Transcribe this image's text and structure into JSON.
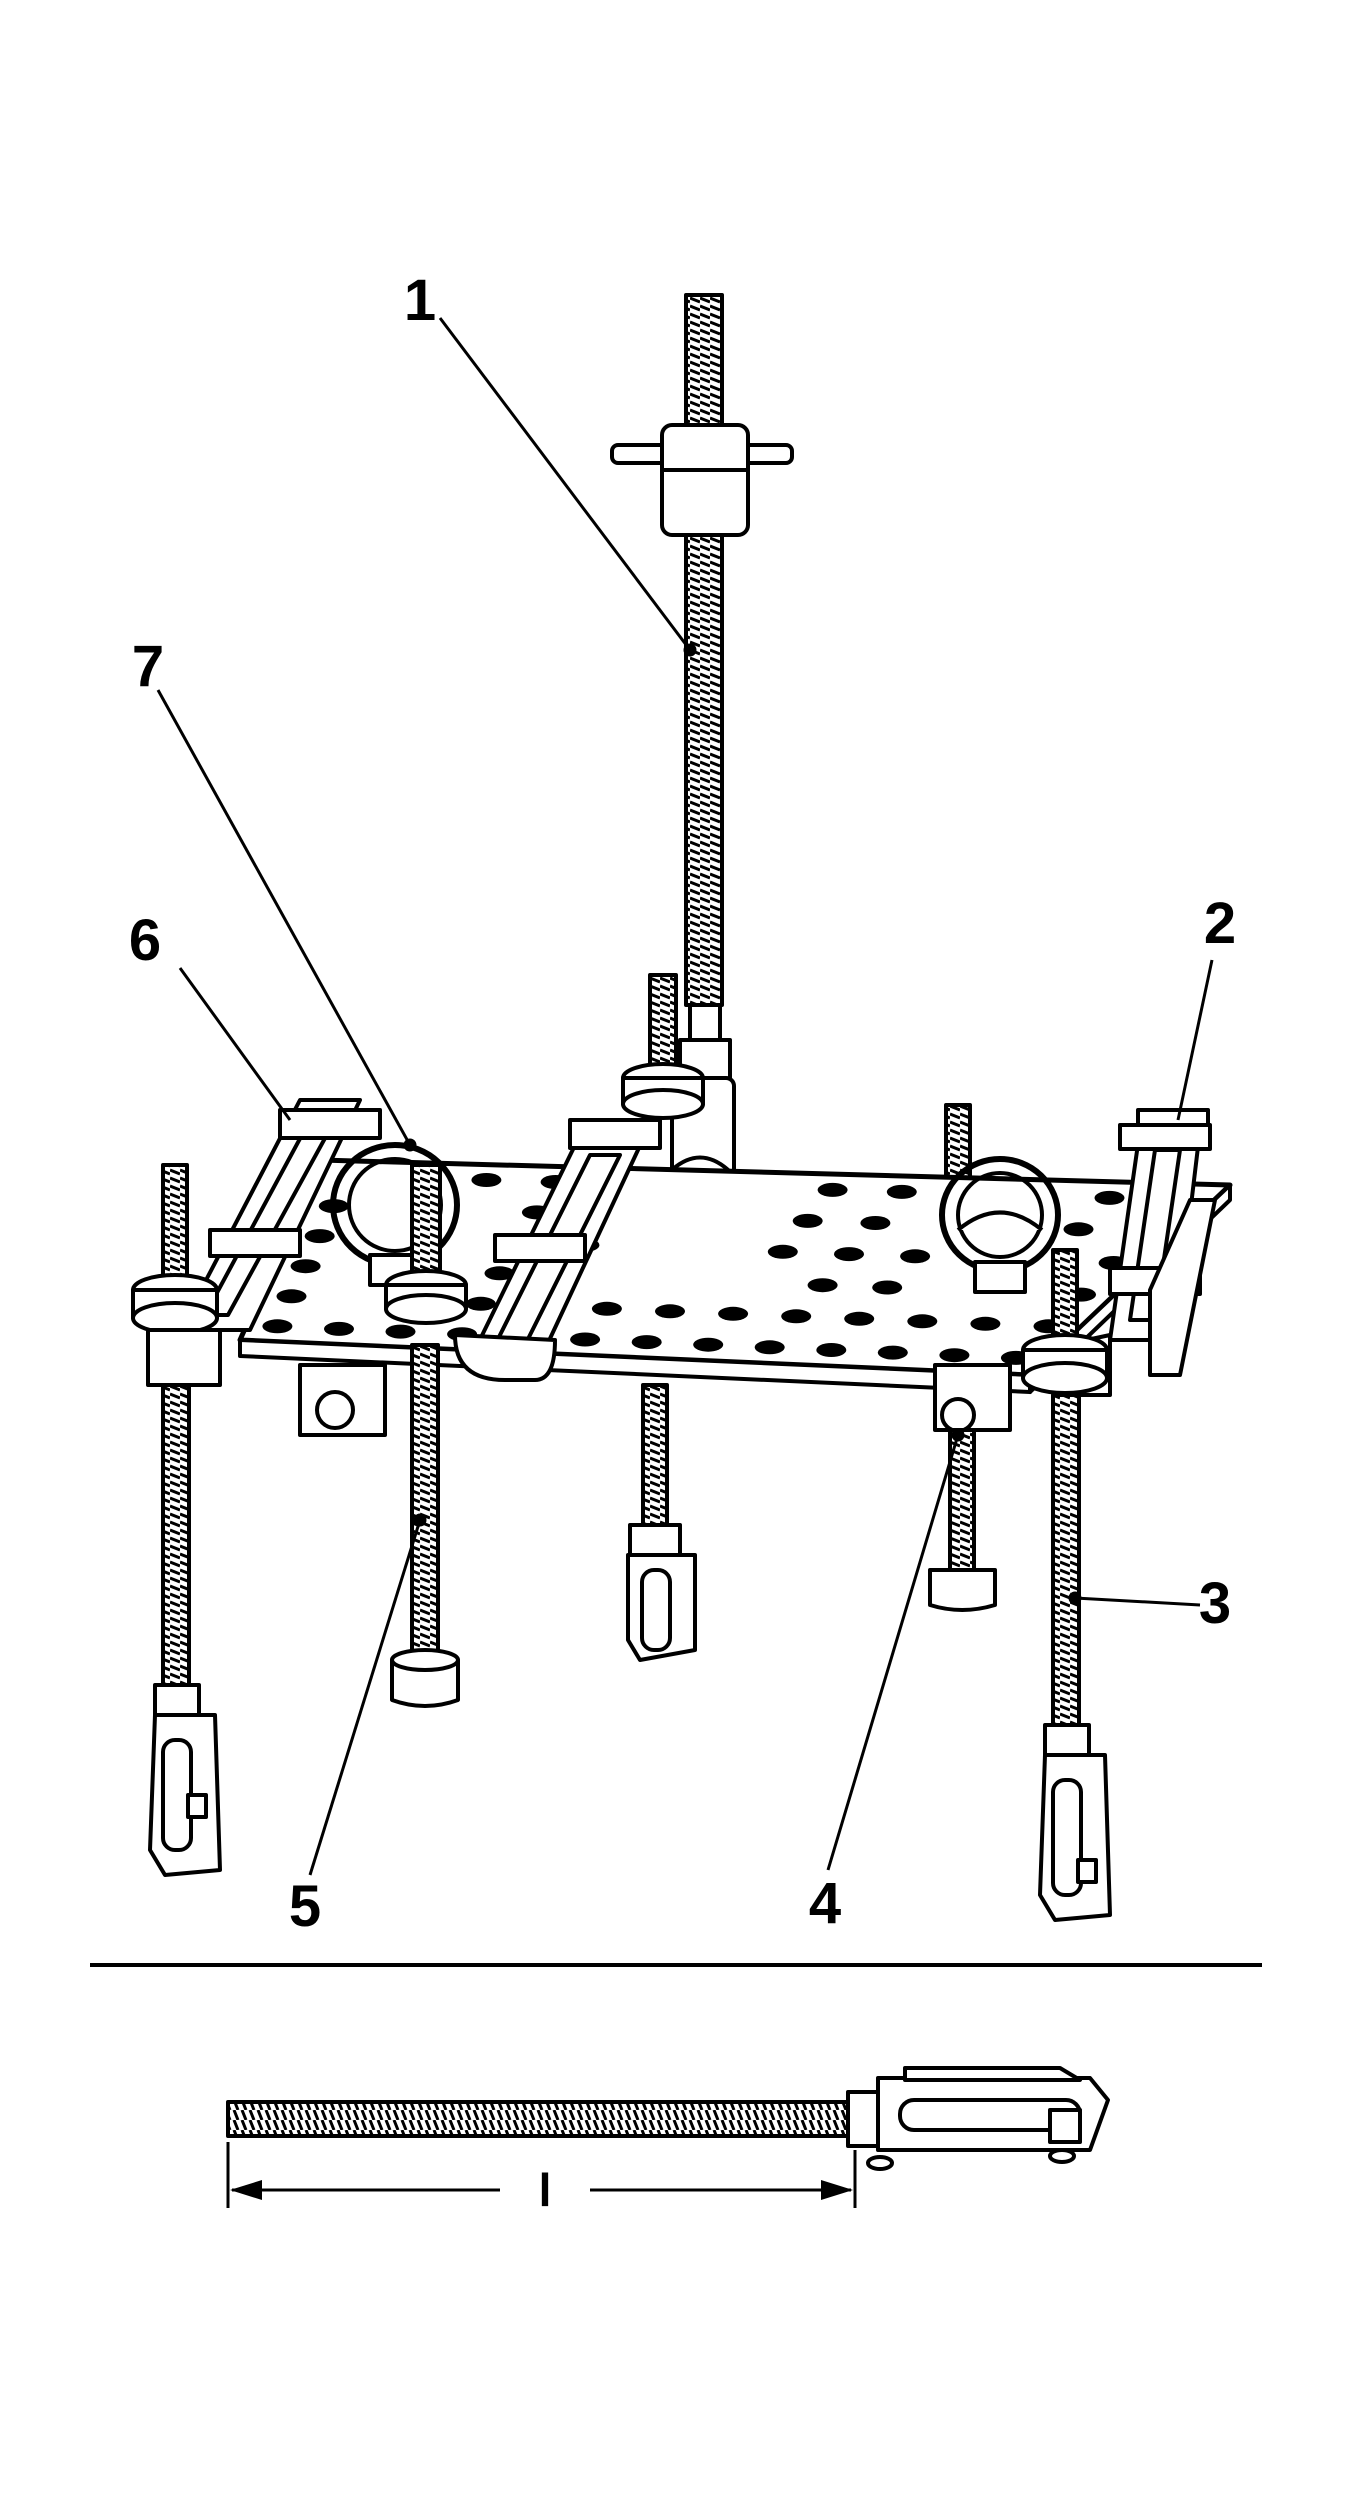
{
  "callouts": [
    {
      "id": "1",
      "text": "1",
      "part": "center-threaded-spindle"
    },
    {
      "id": "2",
      "text": "2",
      "part": "right-rear-slide-bracket"
    },
    {
      "id": "3",
      "text": "3",
      "part": "right-front-threaded-leg"
    },
    {
      "id": "4",
      "text": "4",
      "part": "adjusting-knob"
    },
    {
      "id": "5",
      "text": "5",
      "part": "front-threaded-support-leg"
    },
    {
      "id": "6",
      "text": "6",
      "part": "left-rear-slide-bracket"
    },
    {
      "id": "7",
      "text": "7",
      "part": "lifting-eye"
    }
  ],
  "dimension": {
    "label": "l"
  },
  "colors": {
    "line": "#000000",
    "background": "#ffffff",
    "hole": "#000000"
  }
}
